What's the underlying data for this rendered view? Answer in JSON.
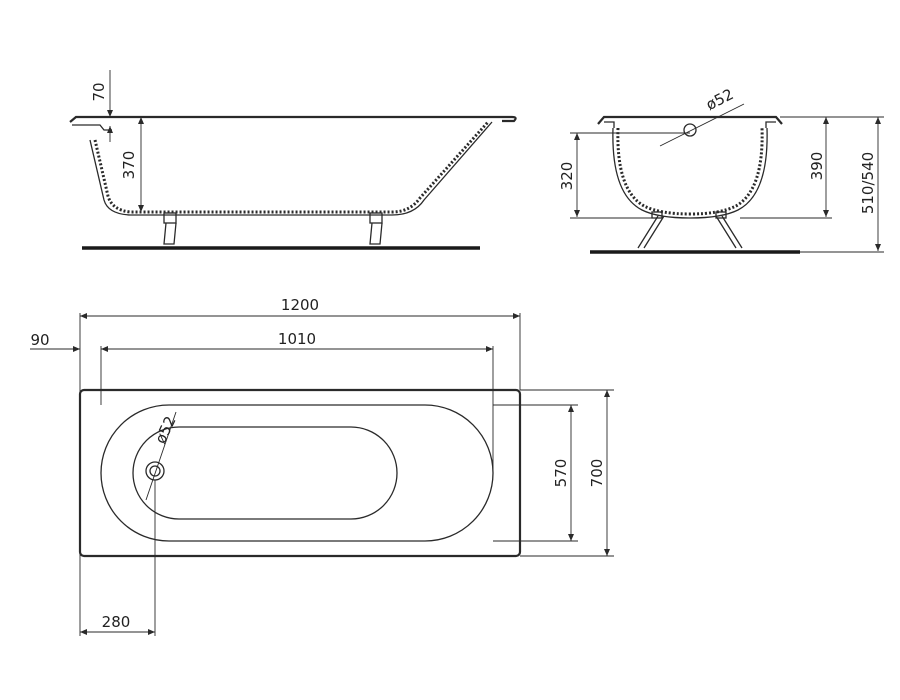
{
  "side_view": {
    "dim_rim": "70",
    "dim_inner_depth": "370"
  },
  "end_view": {
    "dim_drain": "ø52",
    "dim_depth": "320",
    "dim_height": "390",
    "dim_total_height": "510/540"
  },
  "top_view": {
    "dim_overall_length": "1200",
    "dim_inner_length": "1010",
    "dim_offset": "90",
    "dim_drain": "ø52",
    "dim_inner_width": "570",
    "dim_overall_width": "700",
    "dim_drain_position": "280"
  }
}
